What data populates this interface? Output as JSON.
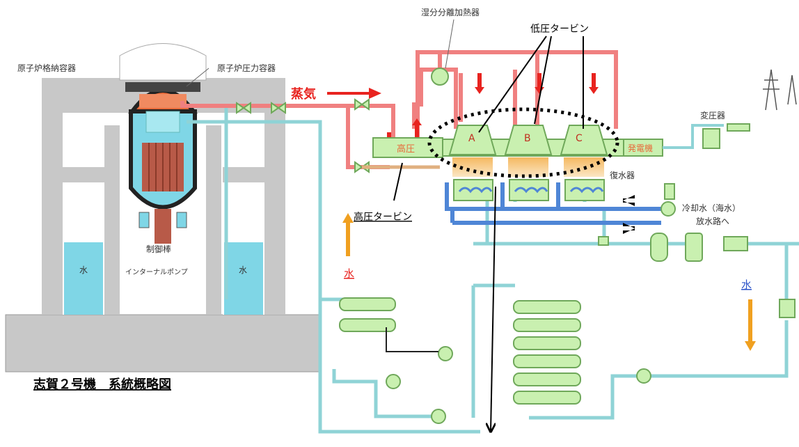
{
  "labels": {
    "containment_vessel": "原子炉格納容器",
    "pressure_vessel": "原子炉圧力容器",
    "moisture_separator_heater": "湿分分離加熱器",
    "lp_turbine": "低圧タービン",
    "hp_turbine": "高圧タービン",
    "steam": "蒸気",
    "hp_label": "高圧",
    "lp_a": "A",
    "lp_b": "B",
    "lp_c": "C",
    "generator": "発電機",
    "transformer": "変圧器",
    "condenser": "復水器",
    "cooling_water": "冷却水（海水）",
    "discharge": "放水路へ",
    "control_rods": "制御棒",
    "internal_pump": "インターナルポンプ",
    "water_left": "水",
    "water_right": "水",
    "water_mid": "水",
    "water_far": "水",
    "title": "志賀２号機　系統概略図"
  },
  "colors": {
    "steam": "#f08080",
    "steam_arrow": "#e8231f",
    "water_line": "#8fd3d6",
    "sea_water": "#4f86d6",
    "component_fill": "#c9f0b0",
    "component_stroke": "#6fa85a",
    "pool": "#7fd6e6",
    "building": "#c8c8c8",
    "core_rods": "#b85a48",
    "vessel_dome": "#e86a3a",
    "water_arrow": "#f0a020",
    "orange_glow": "#f5b860"
  }
}
